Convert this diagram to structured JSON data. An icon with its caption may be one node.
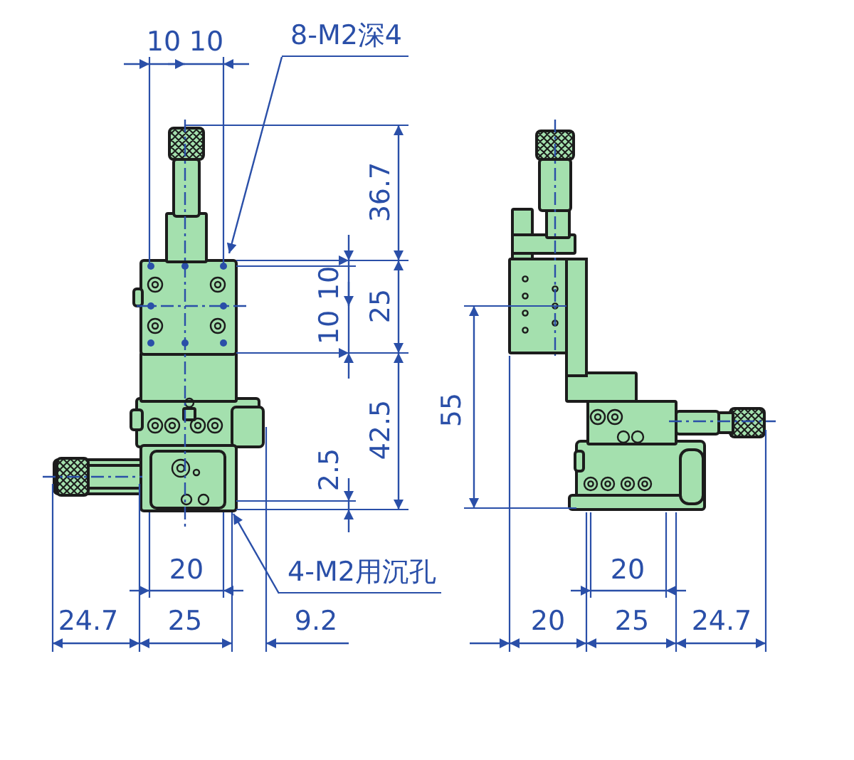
{
  "diagram": {
    "nodes": [
      {
        "text": [
          "8-M2深4"
        ]
      },
      {
        "text": [
          "4-M2用沉孔"
        ]
      }
    ],
    "edges": [
      {
        "from": 0,
        "to": null,
        "arrow": "to"
      },
      {
        "from": 1,
        "to": null,
        "arrow": "to"
      }
    ],
    "labels": [
      "10",
      "10",
      "36.7",
      "10",
      "10",
      "25",
      "42.5",
      "2.5",
      "55",
      "20",
      "20",
      "24.7",
      "25",
      "9.2",
      "20",
      "25",
      "24.7"
    ]
  }
}
